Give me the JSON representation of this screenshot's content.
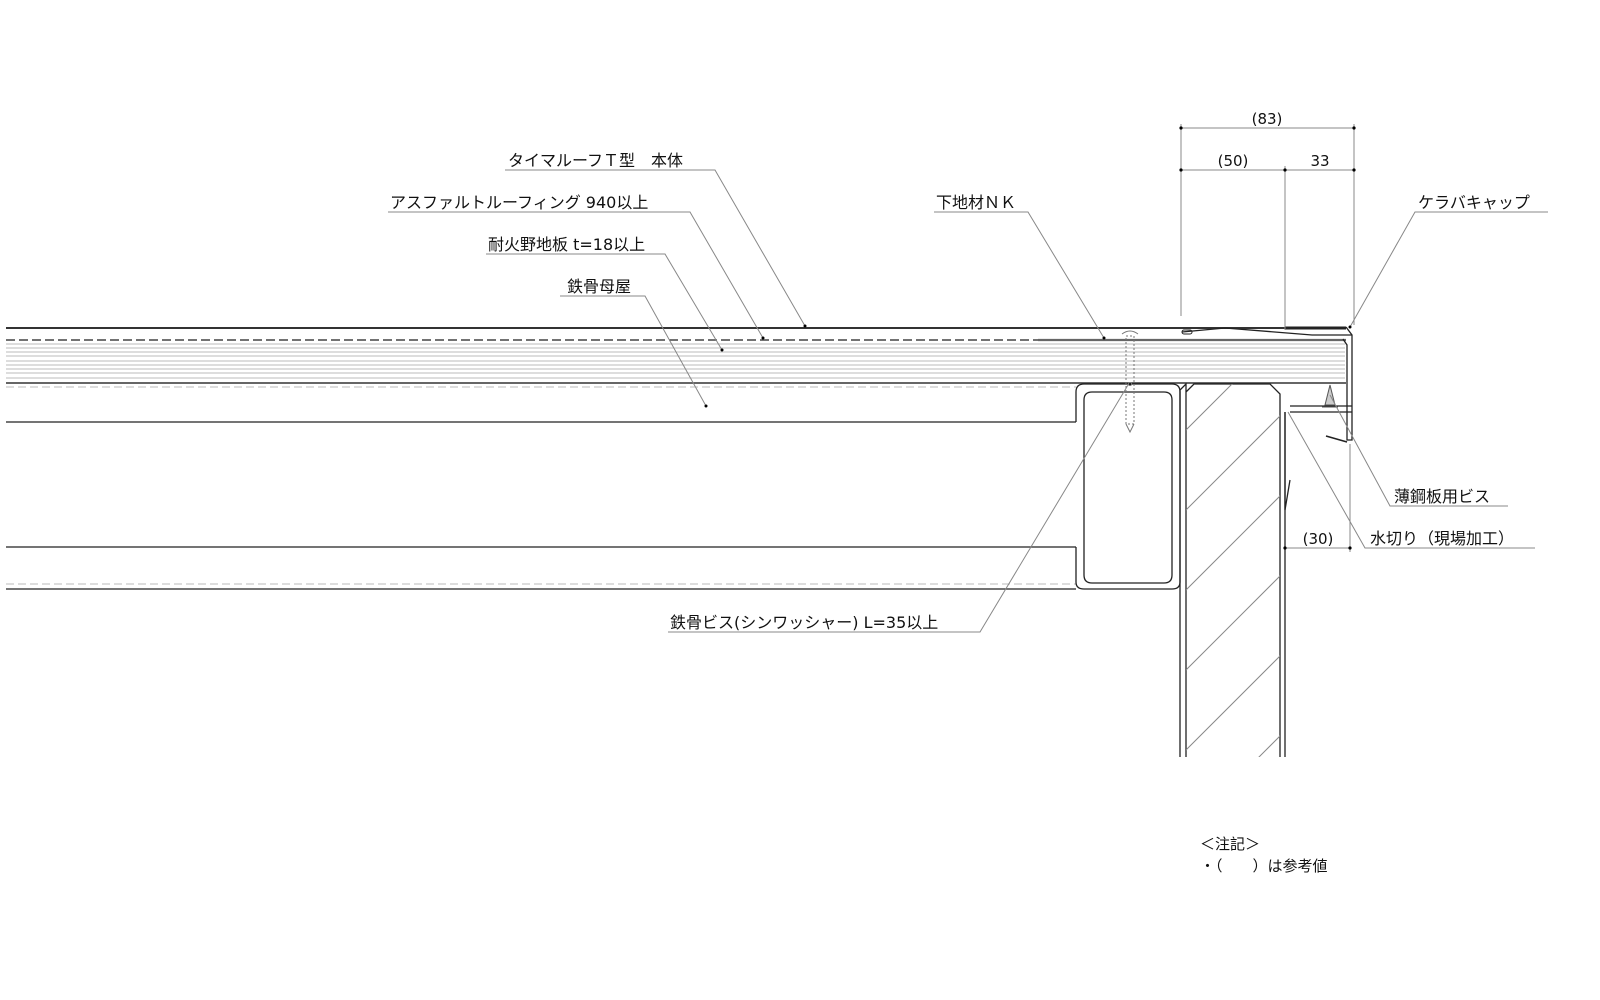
{
  "labels": {
    "roof_body": "タイマルーフＴ型　本体",
    "asphalt_roofing": "アスファルトルーフィング 940以上",
    "fireproof_board": "耐火野地板 t=18以上",
    "steel_purlin": "鉄骨母屋",
    "base_material": "下地材ＮＫ",
    "verge_cap": "ケラバキャップ",
    "sheet_screw": "薄鋼板用ビス",
    "drip_flashing": "水切り（現場加工）",
    "steel_screw": "鉄骨ビス(シンワッシャー) L=35以上"
  },
  "dimensions": {
    "total": "(83)",
    "left": "(50)",
    "right": "33",
    "drip": "(30)"
  },
  "notes": {
    "title": "＜注記＞",
    "line1": "・（　　）は参考値"
  }
}
